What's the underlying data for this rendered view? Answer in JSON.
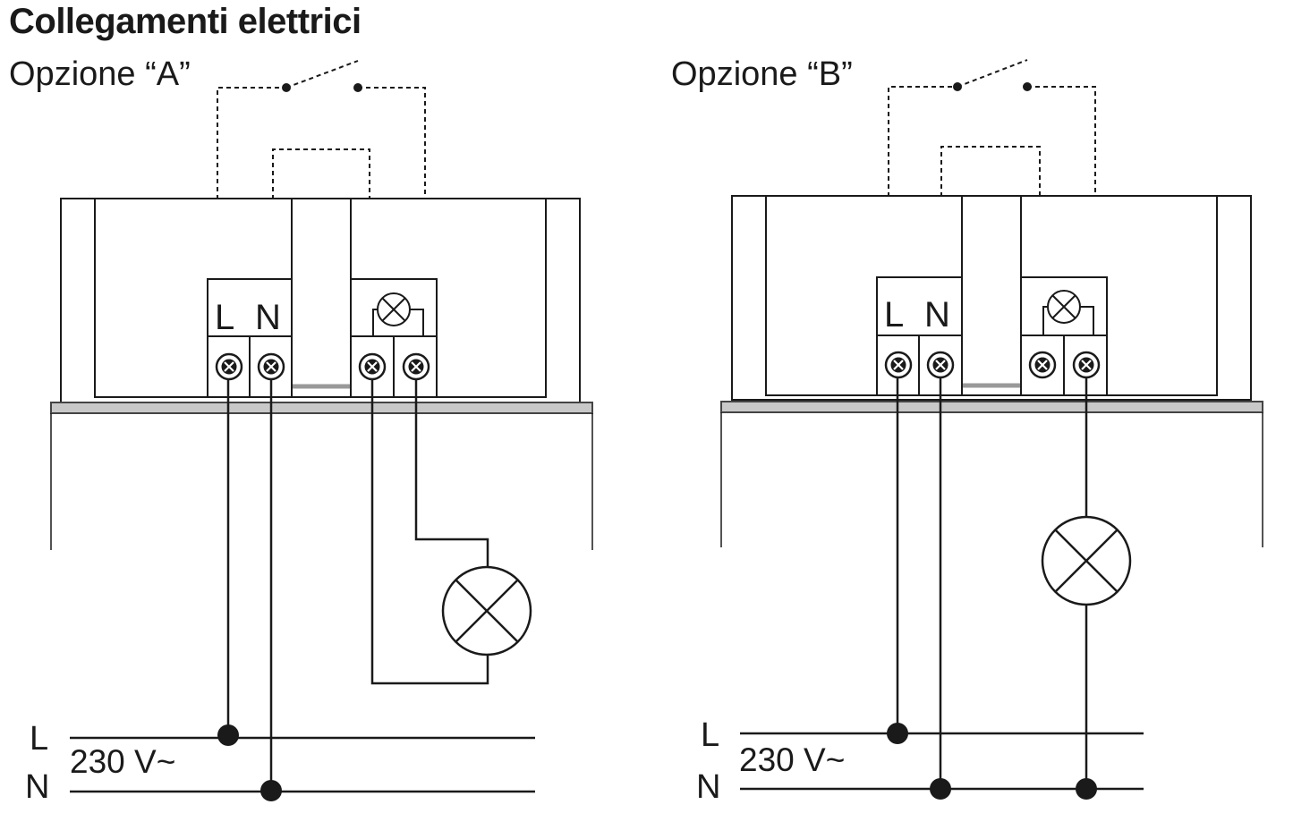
{
  "title": "Collegamenti elettrici",
  "option_a": {
    "label": "Opzione “A”",
    "terminal_L": "L",
    "terminal_N": "N",
    "line_L": "L",
    "line_N": "N",
    "voltage": "230 V~"
  },
  "option_b": {
    "label": "Opzione “B”",
    "terminal_L": "L",
    "terminal_N": "N",
    "line_L": "L",
    "line_N": "N",
    "voltage": "230 V~"
  },
  "colors": {
    "line": "#1a1a1a",
    "frame": "#333333",
    "plate": "#c8c8c8"
  }
}
